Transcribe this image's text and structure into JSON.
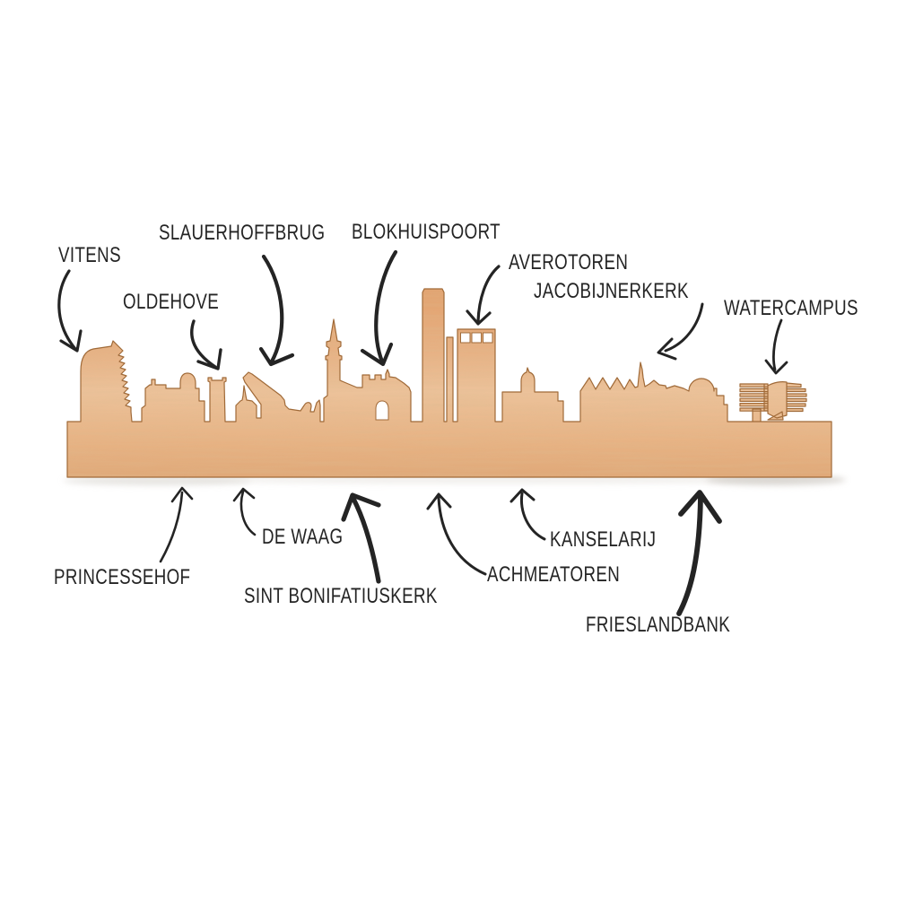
{
  "figure": {
    "description": "Wooden skyline silhouette of Leeuwarden with hand-drawn annotation arrows naming each landmark"
  },
  "colors": {
    "background": "#ffffff",
    "ink": "#242424",
    "wood_top": "#e2a06c",
    "wood_mid": "#ecc29a",
    "wood_bottom": "#dfa878",
    "wood_grain": "#c28a54",
    "wood_edge": "#a06a38",
    "shadow": "#d8d4cf"
  },
  "annotations": [
    {
      "id": "vitens",
      "label": "VITENS"
    },
    {
      "id": "oldehove",
      "label": "OLDEHOVE"
    },
    {
      "id": "slauerhoffbrug",
      "label": "SLAUERHOFFBRUG"
    },
    {
      "id": "blokhuispoort",
      "label": "BLOKHUISPOORT"
    },
    {
      "id": "averotoren",
      "label": "AVEROTOREN"
    },
    {
      "id": "jacobijnerkerk",
      "label": "JACOBIJNERKERK"
    },
    {
      "id": "watercampus",
      "label": "WATERCAMPUS"
    },
    {
      "id": "princessehof",
      "label": "PRINCESSEHOF"
    },
    {
      "id": "dewaag",
      "label": "DE WAAG"
    },
    {
      "id": "sintbonifatiuskerk",
      "label": "SINT BONIFATIUSKERK"
    },
    {
      "id": "achmeatoren",
      "label": "ACHMEATOREN"
    },
    {
      "id": "kanselarij",
      "label": "KANSELARIJ"
    },
    {
      "id": "frieslandbank",
      "label": "FRIESLANDBANK"
    }
  ]
}
